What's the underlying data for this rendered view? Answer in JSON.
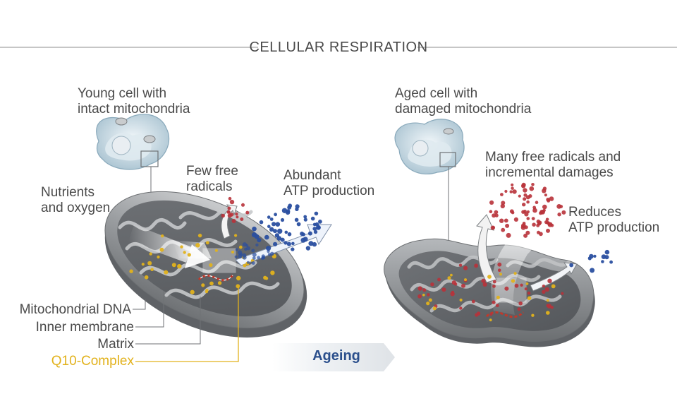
{
  "title": "CELLULAR RESPIRATION",
  "young": {
    "cell_label": [
      "Young cell with",
      "intact mitochondria"
    ],
    "nutrients_label": [
      "Nutrients",
      "and oxygen"
    ],
    "radicals_label": [
      "Few free",
      "radicals"
    ],
    "atp_label": [
      "Abundant",
      "ATP production"
    ]
  },
  "aged": {
    "cell_label": [
      "Aged cell with",
      "damaged mitochondria"
    ],
    "radicals_label": [
      "Many free radicals and",
      "incremental damages"
    ],
    "atp_label": [
      "Reduces",
      "ATP production"
    ]
  },
  "legend": {
    "dna": "Mitochondrial DNA",
    "inner_membrane": "Inner membrane",
    "matrix": "Matrix",
    "q10": "Q10-Complex"
  },
  "ageing_label": "Ageing",
  "colors": {
    "text": "#4a4a4a",
    "q10_yellow": "#e2b21c",
    "ageing_blue": "#2b4f8c",
    "radical_red": "#b8323a",
    "atp_blue": "#2a4fa0",
    "mito_grey": "#8a8d90"
  }
}
